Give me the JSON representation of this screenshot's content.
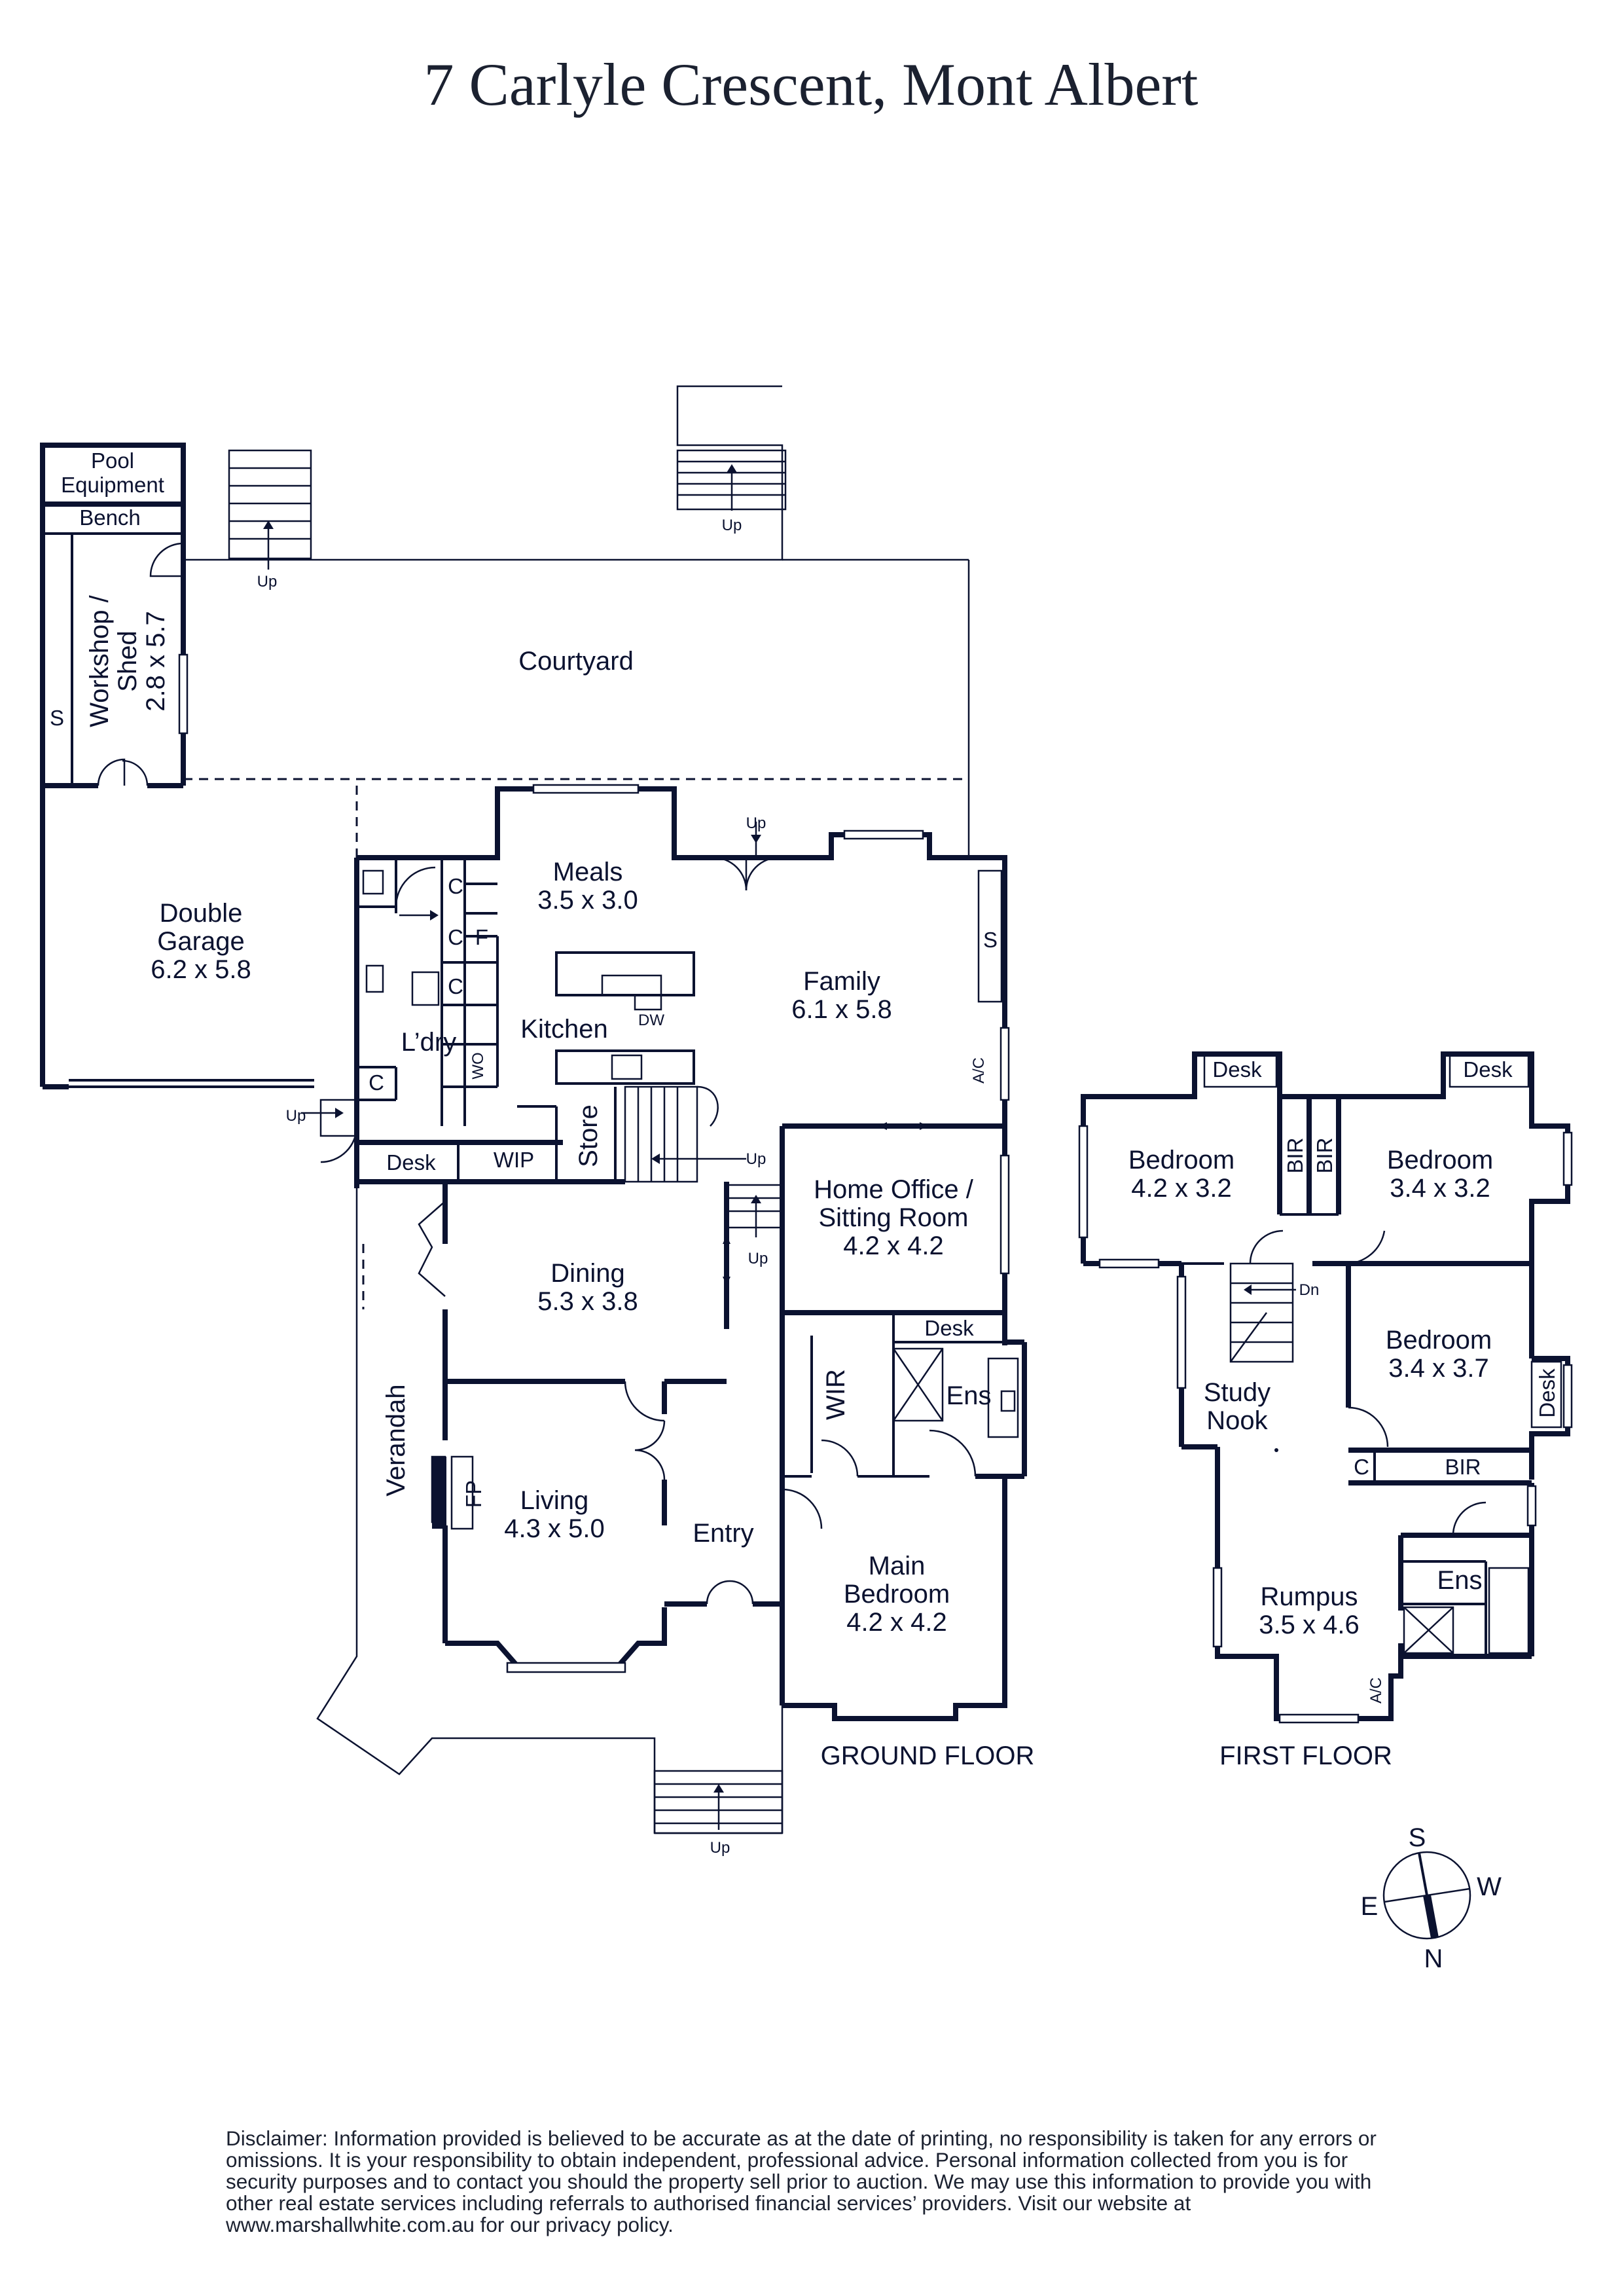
{
  "title": "7 Carlyle Crescent, Mont Albert",
  "floors": {
    "ground": "GROUND FLOOR",
    "first": "FIRST FLOOR"
  },
  "ground_rooms": {
    "pool_line1": "Pool",
    "pool_line2": "Equipment",
    "bench": "Bench",
    "workshop_line1": "Workshop /",
    "workshop_line2": "Shed",
    "workshop_dims": "2.8 x 5.7",
    "workshop_s": "S",
    "courtyard": "Courtyard",
    "garage_line1": "Double",
    "garage_line2": "Garage",
    "garage_dims": "6.2 x 5.8",
    "meals": "Meals",
    "meals_dims": "3.5 x 3.0",
    "family": "Family",
    "family_dims": "6.1 x 5.8",
    "family_s": "S",
    "family_ac": "A/C",
    "kitchen": "Kitchen",
    "dw": "DW",
    "ldry": "L’dry",
    "c1": "C",
    "c2": "C",
    "c3": "C",
    "c4": "C",
    "f": "F",
    "wo": "WO",
    "desk": "Desk",
    "wip": "WIP",
    "store": "Store",
    "home_office_line1": "Home Office /",
    "home_office_line2": "Sitting Room",
    "home_office_dims": "4.2 x 4.2",
    "desk2": "Desk",
    "wir": "WIR",
    "ens": "Ens",
    "dining": "Dining",
    "dining_dims": "5.3 x 3.8",
    "verandah": "Verandah",
    "living": "Living",
    "living_dims": "4.3 x 5.0",
    "fp": "FP",
    "entry": "Entry",
    "main_bed_line1": "Main",
    "main_bed_line2": "Bedroom",
    "main_bed_dims": "4.2 x 4.2"
  },
  "first_rooms": {
    "desk_a": "Desk",
    "desk_b": "Desk",
    "bed1": "Bedroom",
    "bed1_dims": "4.2 x 3.2",
    "bir1": "BIR",
    "bir2": "BIR",
    "bed2": "Bedroom",
    "bed2_dims": "3.4 x 3.2",
    "dn": "Dn",
    "bed3": "Bedroom",
    "bed3_dims": "3.4 x 3.7",
    "desk_c": "Desk",
    "study_line1": "Study",
    "study_line2": "Nook",
    "c": "C",
    "bir3": "BIR",
    "ens": "Ens",
    "rumpus": "Rumpus",
    "rumpus_dims": "3.5 x 4.6",
    "ac": "A/C"
  },
  "up_labels": [
    "Up",
    "Up",
    "Up",
    "Up",
    "Up",
    "Up",
    "Up"
  ],
  "compass": {
    "s": "S",
    "w": "W",
    "e": "E",
    "n": "N"
  },
  "disclaimer": "Disclaimer: Information provided is believed to be accurate as at the date of printing, no responsibility is taken for any errors or omissions. It is your responsibility to obtain independent, professional advice. Personal information collected from you is for security purposes and to contact you should the property sell prior to auction. We may use this information to provide you with other real estate services including referrals to authorised financial services’ providers. Visit our website at www.marshallwhite.com.au for our privacy policy."
}
